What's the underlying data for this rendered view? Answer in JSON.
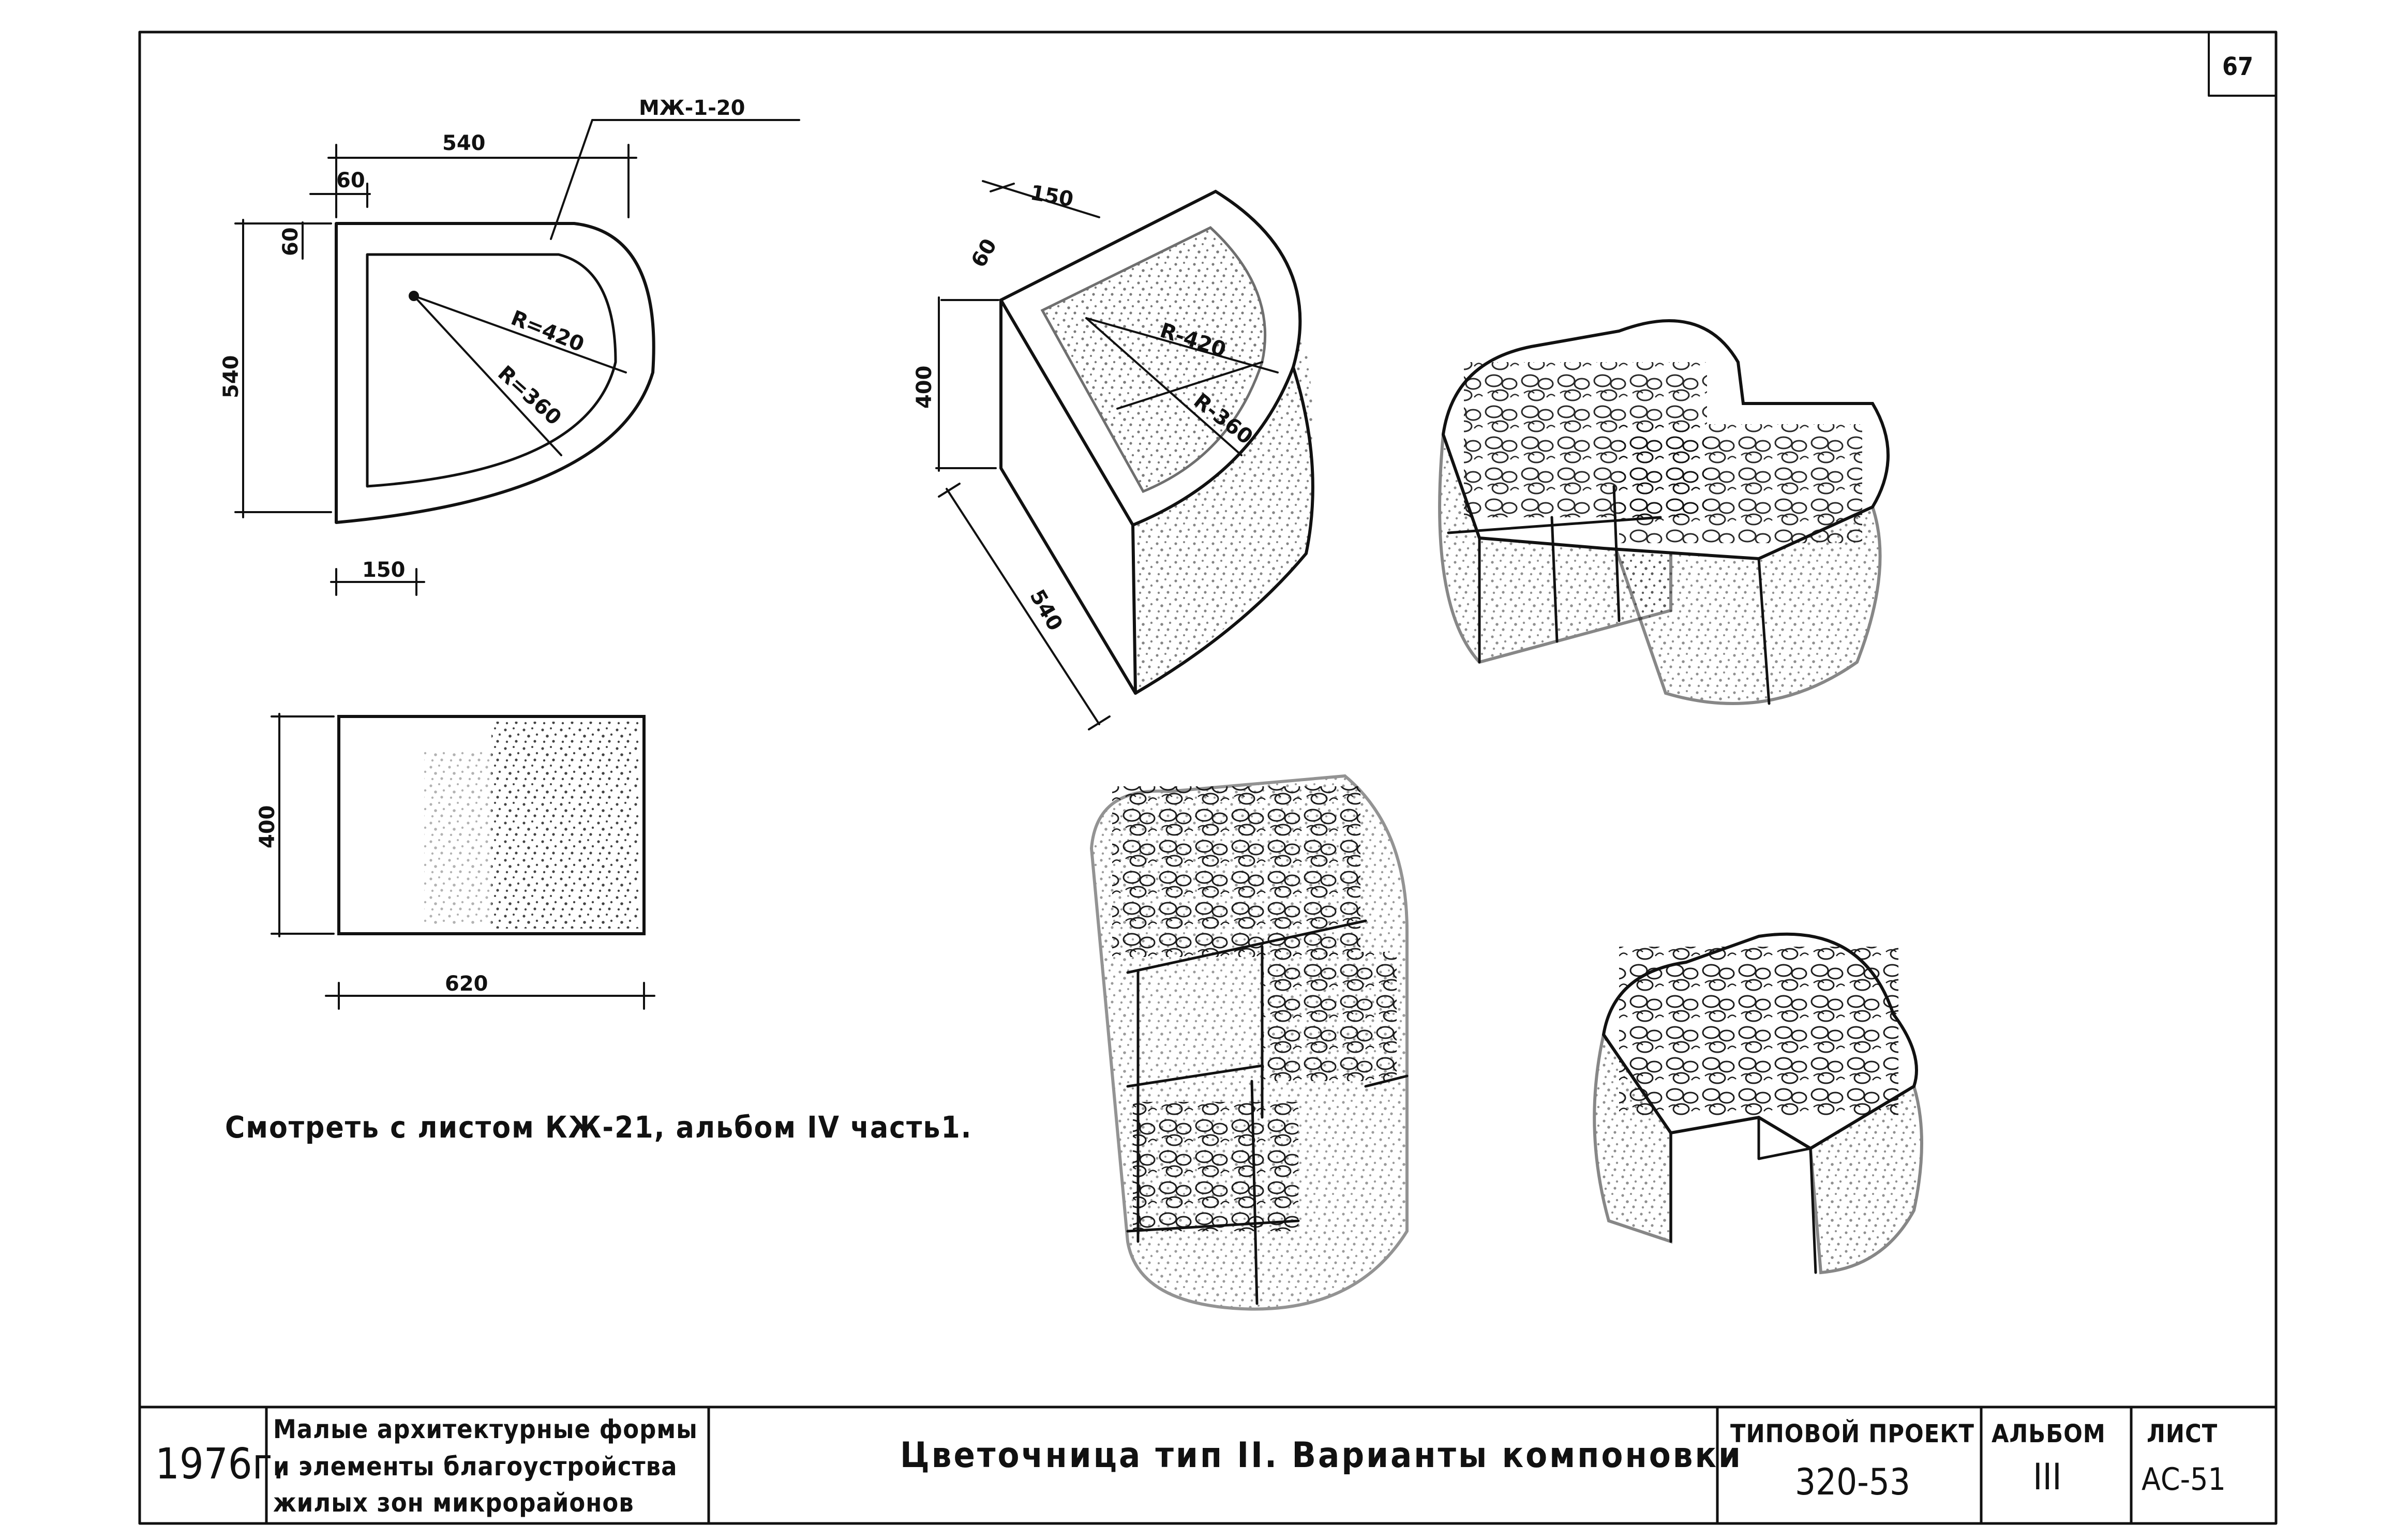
{
  "page_number": "67",
  "drawing": {
    "leader_label": "МЖ-1-20",
    "plan_dims": {
      "width": "540",
      "side": "540",
      "wall_top": "60",
      "wall_left": "60",
      "outer_radius": "R=420",
      "inner_radius": "R=360",
      "bottom": "150"
    },
    "elevation_dims": {
      "height": "400",
      "length": "620"
    },
    "iso_dims": {
      "top": "150",
      "wall": "60",
      "height": "400",
      "length": "540",
      "outer_radius": "R-420",
      "inner_radius": "R-360"
    },
    "note": "Смотреть с листом КЖ-21, альбом IV часть1."
  },
  "title_block": {
    "year": "1976г.",
    "organization": [
      "Малые архитектурные формы",
      "и элементы благоустройства",
      "жилых зон микрорайонов"
    ],
    "title": "Цветочница тип II. Варианты компоновки",
    "project_label": "ТИПОВОЙ ПРОЕКТ",
    "project_number": "320-53",
    "album_label": "АЛЬБОМ",
    "album_number": "III",
    "sheet_label": "ЛИСТ",
    "sheet_number": "АС-51"
  }
}
